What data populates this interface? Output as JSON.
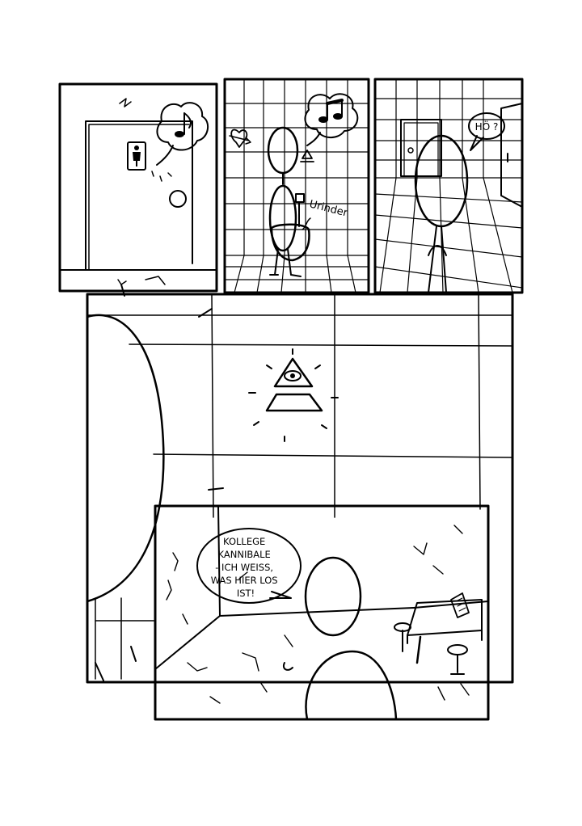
{
  "page": {
    "background": "#ffffff",
    "ink": "#000000"
  },
  "panel2": {
    "sign_text": "Urinder"
  },
  "panel3": {
    "speech": "HÖ ?"
  },
  "panel5": {
    "speech_lines": [
      "KOLLEGE",
      "KANNIBALE",
      "- ICH WEISS,",
      "WAS HIER LOS",
      "IST!"
    ]
  },
  "icons": [
    "restroom-sign-icon",
    "music-note-icon",
    "eye-of-providence-icon",
    "heart-graffiti-icon"
  ]
}
